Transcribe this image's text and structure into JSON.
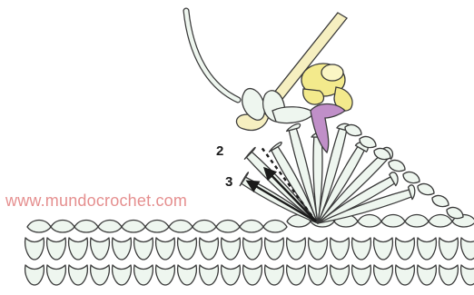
{
  "labels": {
    "step_2": "2",
    "step_3": "3"
  },
  "watermark": {
    "text": "www.mundocrochet.com"
  },
  "icons": {
    "hook": "crochet-hook-icon",
    "yarn": "yarn-loop-icon",
    "arrows": "arrow-icon"
  },
  "colors": {
    "stroke": "#3a3a3a",
    "yarn_fill": "#eef6ef",
    "hook_fill": "#f6efc0",
    "loop_yellow": "#f3ea8c",
    "loop_purple": "#c08fc8",
    "watermark": "#e58f8f",
    "arrow": "#1a1a1a"
  }
}
